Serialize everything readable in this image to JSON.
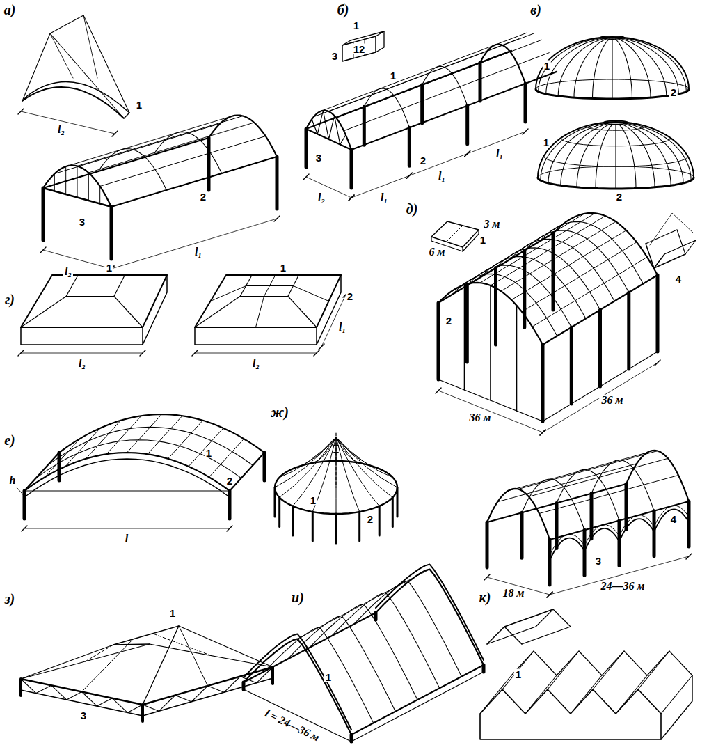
{
  "diagram": {
    "labels": [
      "а)",
      "l₂",
      "1",
      "2",
      "3",
      "l₂",
      "l₁",
      "б)",
      "1",
      "3",
      "12",
      "1",
      "3",
      "2",
      "l₂",
      "l₁",
      "l₁",
      "l₁",
      "в)",
      "1",
      "2",
      "1",
      "2",
      "г)",
      "1",
      "l₂",
      "1",
      "2",
      "l₁",
      "l₂",
      "д)",
      "3 м",
      "6 м",
      "1",
      "4",
      "2",
      "36 м",
      "36 м",
      "е)",
      "h",
      "1",
      "2",
      "l",
      "ж)",
      "1",
      "2",
      "4",
      "3",
      "18 м",
      "24—36 м",
      "з)",
      "1",
      "3",
      "и)",
      "1",
      "l = 24—36 м",
      "к)",
      "1"
    ]
  }
}
